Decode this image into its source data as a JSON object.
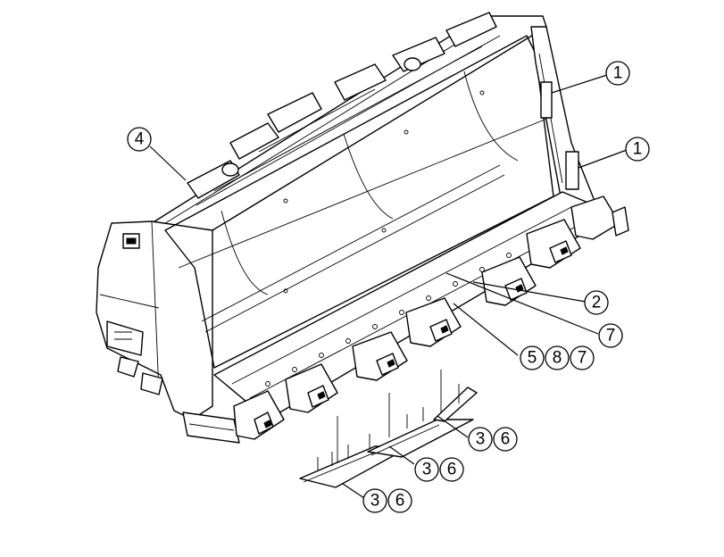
{
  "callouts": [
    {
      "id": "c1a",
      "label": "1"
    },
    {
      "id": "c1b",
      "label": "1"
    },
    {
      "id": "c4",
      "label": "4"
    },
    {
      "id": "c2",
      "label": "2"
    },
    {
      "id": "c7",
      "label": "7"
    },
    {
      "id": "c5",
      "label": "5"
    },
    {
      "id": "c8",
      "label": "8"
    },
    {
      "id": "c7b",
      "label": "7"
    },
    {
      "id": "c3a",
      "label": "3"
    },
    {
      "id": "c6a",
      "label": "6"
    },
    {
      "id": "c3b",
      "label": "3"
    },
    {
      "id": "c6b",
      "label": "6"
    },
    {
      "id": "c3c",
      "label": "3"
    },
    {
      "id": "c6c",
      "label": "6"
    }
  ]
}
